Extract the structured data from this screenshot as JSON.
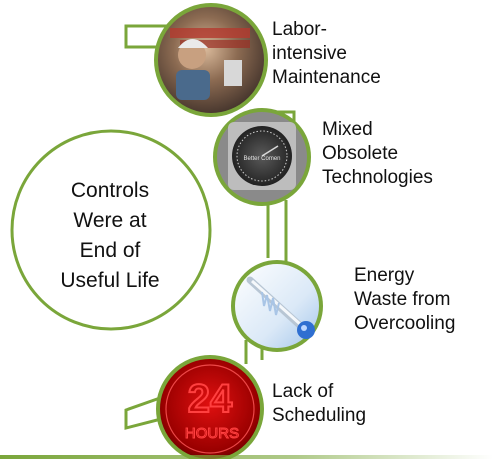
{
  "center": {
    "label": "Controls\nWere at\nEnd of\nUseful Life"
  },
  "items": [
    {
      "label": "Labor-\nintensive\nMaintenance",
      "image": "technician-photo"
    },
    {
      "label": "Mixed\nObsolete\nTechnologies",
      "image": "thermostat-dial-photo",
      "dial_text": "Better Comen"
    },
    {
      "label": "Energy\nWaste from\nOvercooling",
      "image": "frozen-thermometer-photo"
    },
    {
      "label": "Lack of\nScheduling",
      "image": "neon-24-hours-sign",
      "sign_number": "24",
      "sign_word": "HOURS"
    }
  ],
  "colors": {
    "ring": "#7aa63a",
    "neon": "#ff2a2a",
    "sign_bg": "#b00000"
  }
}
